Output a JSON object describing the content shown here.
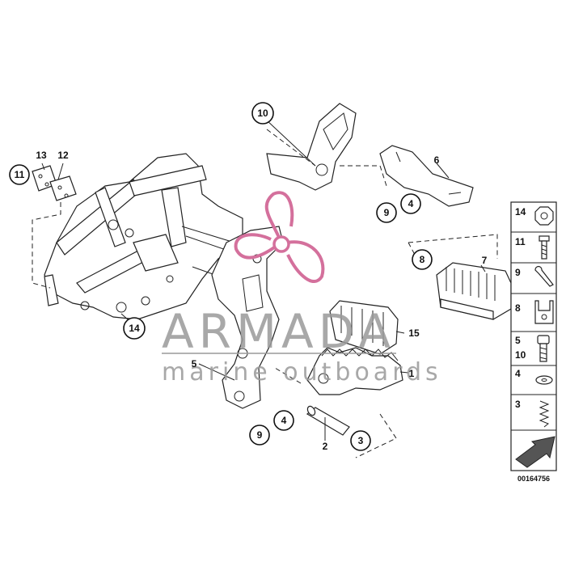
{
  "callouts": {
    "c1": "1",
    "c2": "2",
    "c3": "3",
    "c4a": "4",
    "c4b": "4",
    "c5": "5",
    "c6": "6",
    "c7": "7",
    "c8": "8",
    "c9a": "9",
    "c9b": "9",
    "c10": "10",
    "c11": "11",
    "c12": "12",
    "c13": "13",
    "c14": "14",
    "c15": "15"
  },
  "legend": [
    "14",
    "11",
    "9",
    "8",
    "5",
    "10",
    "4",
    "3"
  ],
  "diagram_id": "00164756",
  "watermark": {
    "brand": "ARMADA",
    "tagline": "marine outboards"
  },
  "colors": {
    "logo": "#d4709c",
    "line": "#222222",
    "watermark": "#9a9a9a"
  }
}
